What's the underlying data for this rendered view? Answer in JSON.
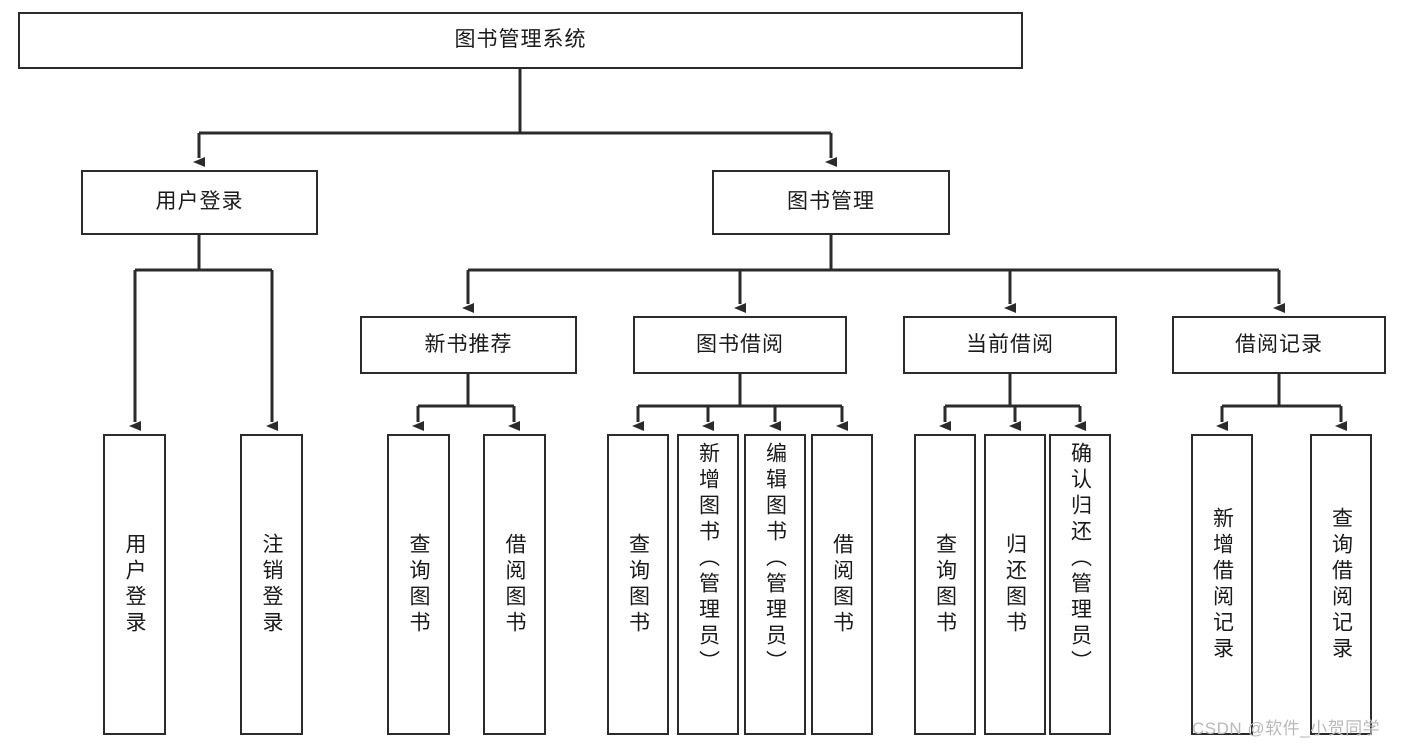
{
  "diagram": {
    "type": "tree-hierarchy",
    "title": "图书管理系统",
    "watermark": "CSDN @软件_小贺同学",
    "colors": {
      "box_border": "#2b2b2b",
      "box_fill": "#ffffff",
      "connector": "#2b2b2b",
      "text": "#1a1a1a",
      "watermark": "#b9b9b9"
    },
    "levels": {
      "root": {
        "label": "图书管理系统"
      },
      "level2": [
        {
          "label": "用户登录"
        },
        {
          "label": "图书管理"
        }
      ],
      "level3": [
        {
          "label": "新书推荐"
        },
        {
          "label": "图书借阅"
        },
        {
          "label": "当前借阅"
        },
        {
          "label": "借阅记录"
        }
      ],
      "leaves": {
        "user_login": [
          {
            "label": "用户登录"
          },
          {
            "label": "注销登录"
          }
        ],
        "new_book_recommend": [
          {
            "label": "查询图书"
          },
          {
            "label": "借阅图书"
          }
        ],
        "book_borrow": [
          {
            "label": "查询图书"
          },
          {
            "label": "新增图书（管理员）"
          },
          {
            "label": "编辑图书（管理员）"
          },
          {
            "label": "借阅图书"
          }
        ],
        "current_borrow": [
          {
            "label": "查询图书"
          },
          {
            "label": "归还图书"
          },
          {
            "label": "确认归还（管理员）"
          }
        ],
        "borrow_record": [
          {
            "label": "新增借阅记录"
          },
          {
            "label": "查询借阅记录"
          }
        ]
      }
    }
  }
}
